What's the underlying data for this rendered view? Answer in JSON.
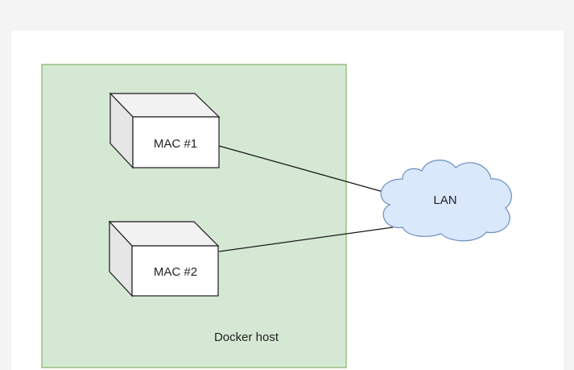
{
  "diagram": {
    "host": {
      "label": "Docker host",
      "fill": "#d5e8d4",
      "stroke": "#82b366"
    },
    "devices": [
      {
        "id": "mac1",
        "label": "MAC #1"
      },
      {
        "id": "mac2",
        "label": "MAC #2"
      }
    ],
    "network": {
      "label": "LAN",
      "fill": "#dae8fc",
      "stroke": "#6c8ebf"
    },
    "connections": [
      {
        "from": "MAC #1",
        "to": "LAN"
      },
      {
        "from": "MAC #2",
        "to": "LAN"
      }
    ],
    "colors": {
      "box_front": "#ffffff",
      "box_top": "#f2f2f2",
      "box_side": "#e6e6e6",
      "box_stroke": "#1a1a1a",
      "line": "#1a1a1a"
    }
  }
}
